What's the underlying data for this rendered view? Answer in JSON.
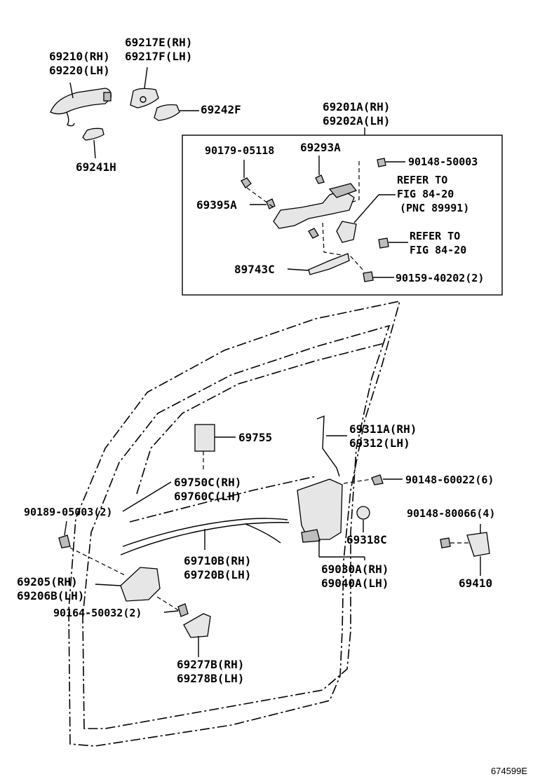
{
  "labels": {
    "p69210": "69210(RH)",
    "p69220": "69220(LH)",
    "p69217e": "69217E(RH)",
    "p69217f": "69217F(LH)",
    "p69242f": "69242F",
    "p69241h": "69241H",
    "p69201a": "69201A(RH)",
    "p69202a": "69202A(LH)",
    "p90179": "90179-05118",
    "p69293a": "69293A",
    "p90148_50003": "90148-50003",
    "refer1_a": "REFER TO",
    "refer1_b": "FIG 84-20",
    "refer1_c": "(PNC 89991)",
    "p69395a": "69395A",
    "refer2_a": "REFER TO",
    "refer2_b": "FIG 84-20",
    "p89743c": "89743C",
    "p90159": "90159-40202(2)",
    "p69755": "69755",
    "p69311a": "69311A(RH)",
    "p69312": "69312(LH)",
    "p69750c": "69750C(RH)",
    "p69760c": "69760C(LH)",
    "p90148_60022": "90148-60022(6)",
    "p90189": "90189-05003(2)",
    "p90148_80066": "90148-80066(4)",
    "p69318c": "69318C",
    "p69710b": "69710B(RH)",
    "p69720b": "69720B(LH)",
    "p69030a": "69030A(RH)",
    "p69040a": "69040A(LH)",
    "p69410": "69410",
    "p69205": "69205(RH)",
    "p69206b": "69206B(LH)",
    "p90164": "90164-50032(2)",
    "p69277b": "69277B(RH)",
    "p69278b": "69278B(LH)"
  },
  "figure_id": "674599E"
}
